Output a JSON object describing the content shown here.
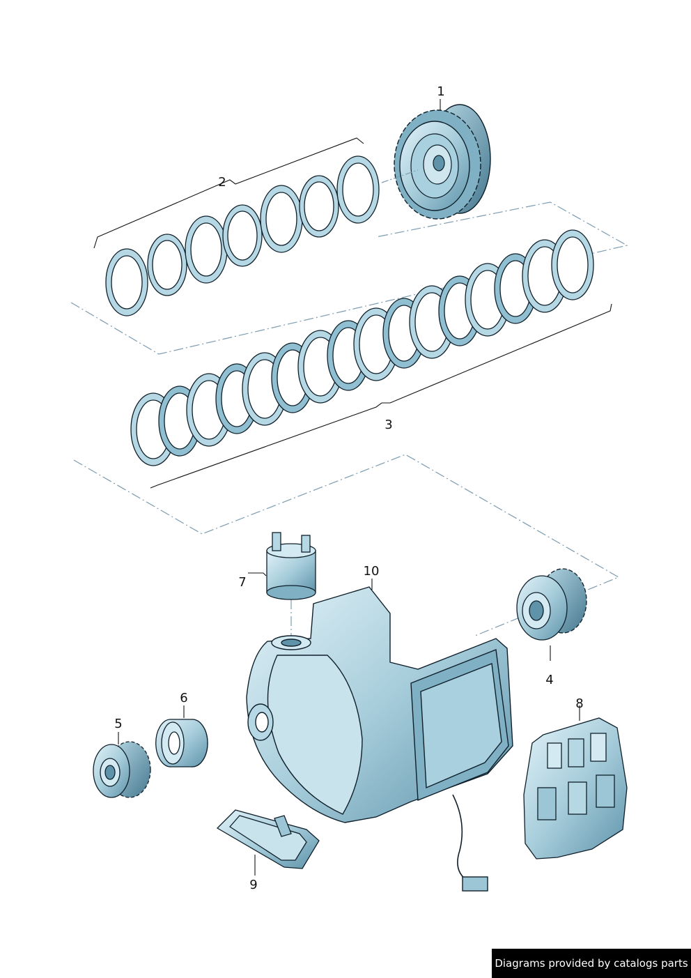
{
  "callouts": [
    {
      "id": "1",
      "label": "1"
    },
    {
      "id": "2",
      "label": "2"
    },
    {
      "id": "3",
      "label": "3"
    },
    {
      "id": "4",
      "label": "4"
    },
    {
      "id": "5",
      "label": "5"
    },
    {
      "id": "6",
      "label": "6"
    },
    {
      "id": "7",
      "label": "7"
    },
    {
      "id": "8",
      "label": "8"
    },
    {
      "id": "9",
      "label": "9"
    },
    {
      "id": "10",
      "label": "10"
    }
  ],
  "watermark": "Diagrams provided by catalogs parts",
  "colors": {
    "part_fill_light": "#d4eaf2",
    "part_fill_mid": "#9cc6d6",
    "part_fill_dark": "#5e93aa",
    "outline": "#0f1f2a",
    "dashdot": "#7b9bb1",
    "leader": "#111111"
  }
}
